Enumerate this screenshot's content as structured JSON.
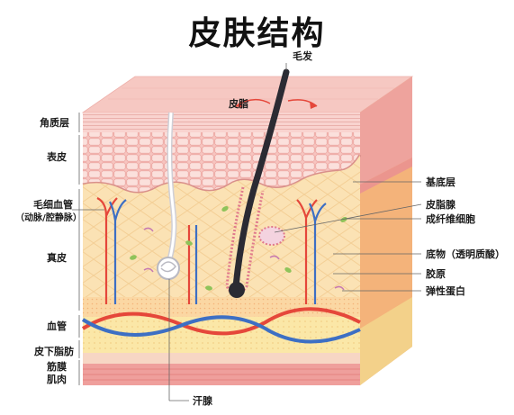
{
  "title": "皮肤结构",
  "labels": {
    "hair": "毛发",
    "sebum": "皮脂",
    "stratum_corneum": "角质层",
    "epidermis": "表皮",
    "capillary": "毛细血管",
    "capillary_sub": "（动脉/腔静脉）",
    "dermis": "真皮",
    "blood_vessel": "血管",
    "subcutaneous_fat": "皮下脂肪",
    "fascia": "筋膜",
    "muscle": "肌肉",
    "sweat_gland": "汗腺",
    "basal_layer": "基底层",
    "sebaceous_gland": "皮脂腺",
    "fibroblast": "成纤维细胞",
    "ground_substance": "底物（透明质酸）",
    "collagen": "胶原",
    "elastin": "弹性蛋白"
  },
  "colors": {
    "surface": "#f7c9c4",
    "epidermis": "#f5b5b0",
    "dermis": "#fbe3b6",
    "dermis_side": "#f6c27c",
    "fat": "#fbe7a8",
    "muscle": "#f1a9a6",
    "artery": "#e5473a",
    "vein": "#3d6fc4",
    "hair": "#2b2b33",
    "gland": "#f2d9e4"
  }
}
